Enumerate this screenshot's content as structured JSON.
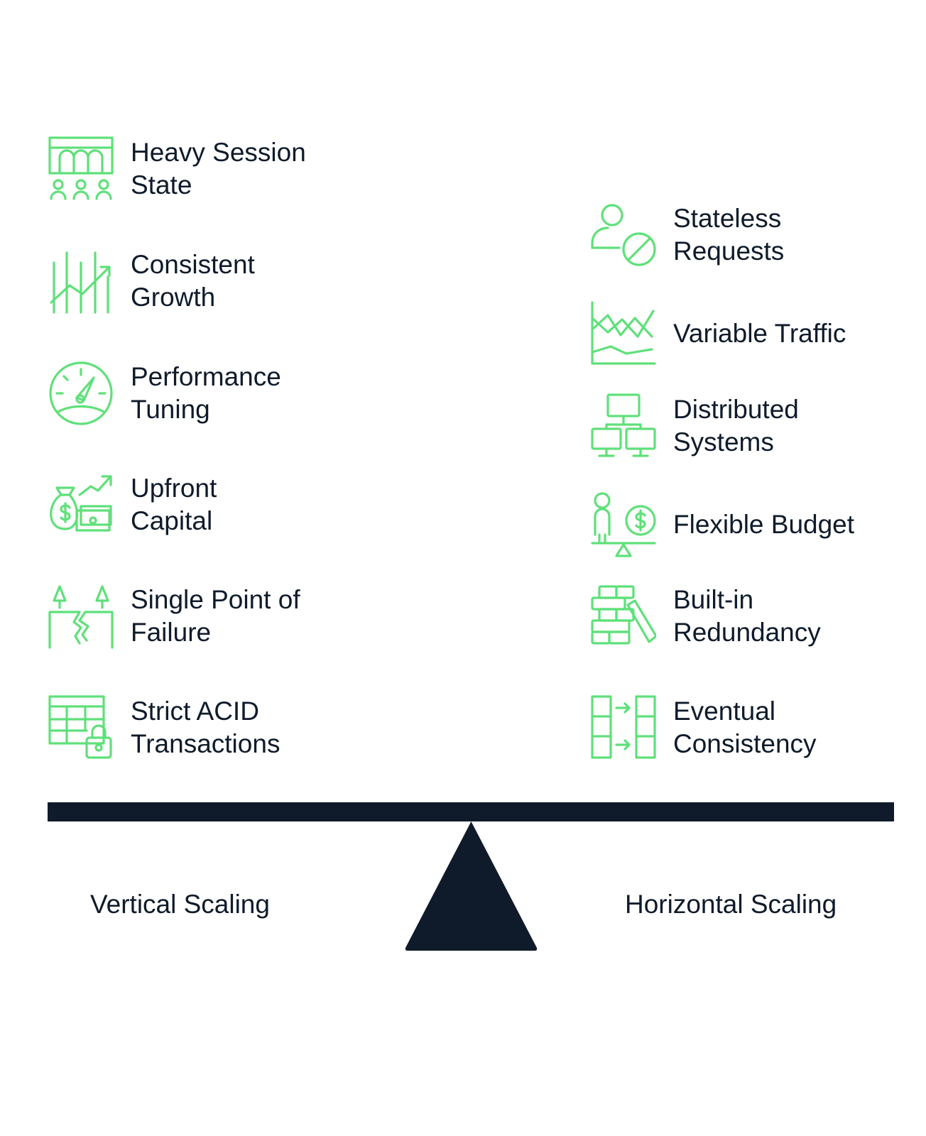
{
  "vertical": {
    "label": "Vertical Scaling",
    "items": [
      {
        "icon": "session-state-icon",
        "text": "Heavy Session\nState"
      },
      {
        "icon": "growth-chart-icon",
        "text": "Consistent\nGrowth"
      },
      {
        "icon": "speedometer-icon",
        "text": "Performance\nTuning"
      },
      {
        "icon": "money-growth-icon",
        "text": "Upfront\nCapital"
      },
      {
        "icon": "broken-cliff-icon",
        "text": "Single Point of\nFailure"
      },
      {
        "icon": "locked-table-icon",
        "text": "Strict ACID\nTransactions"
      }
    ]
  },
  "horizontal": {
    "label": "Horizontal Scaling",
    "items": [
      {
        "icon": "user-blocked-icon",
        "text": "Stateless\nRequests"
      },
      {
        "icon": "variable-chart-icon",
        "text": "Variable Traffic"
      },
      {
        "icon": "network-computers-icon",
        "text": "Distributed\nSystems"
      },
      {
        "icon": "budget-balance-icon",
        "text": "Flexible Budget"
      },
      {
        "icon": "brick-stack-icon",
        "text": "Built-in\nRedundancy"
      },
      {
        "icon": "sync-columns-icon",
        "text": "Eventual\nConsistency"
      }
    ]
  },
  "colors": {
    "accent": "#5fe07a",
    "dark": "#0f1b2a",
    "background": "#ffffff"
  }
}
